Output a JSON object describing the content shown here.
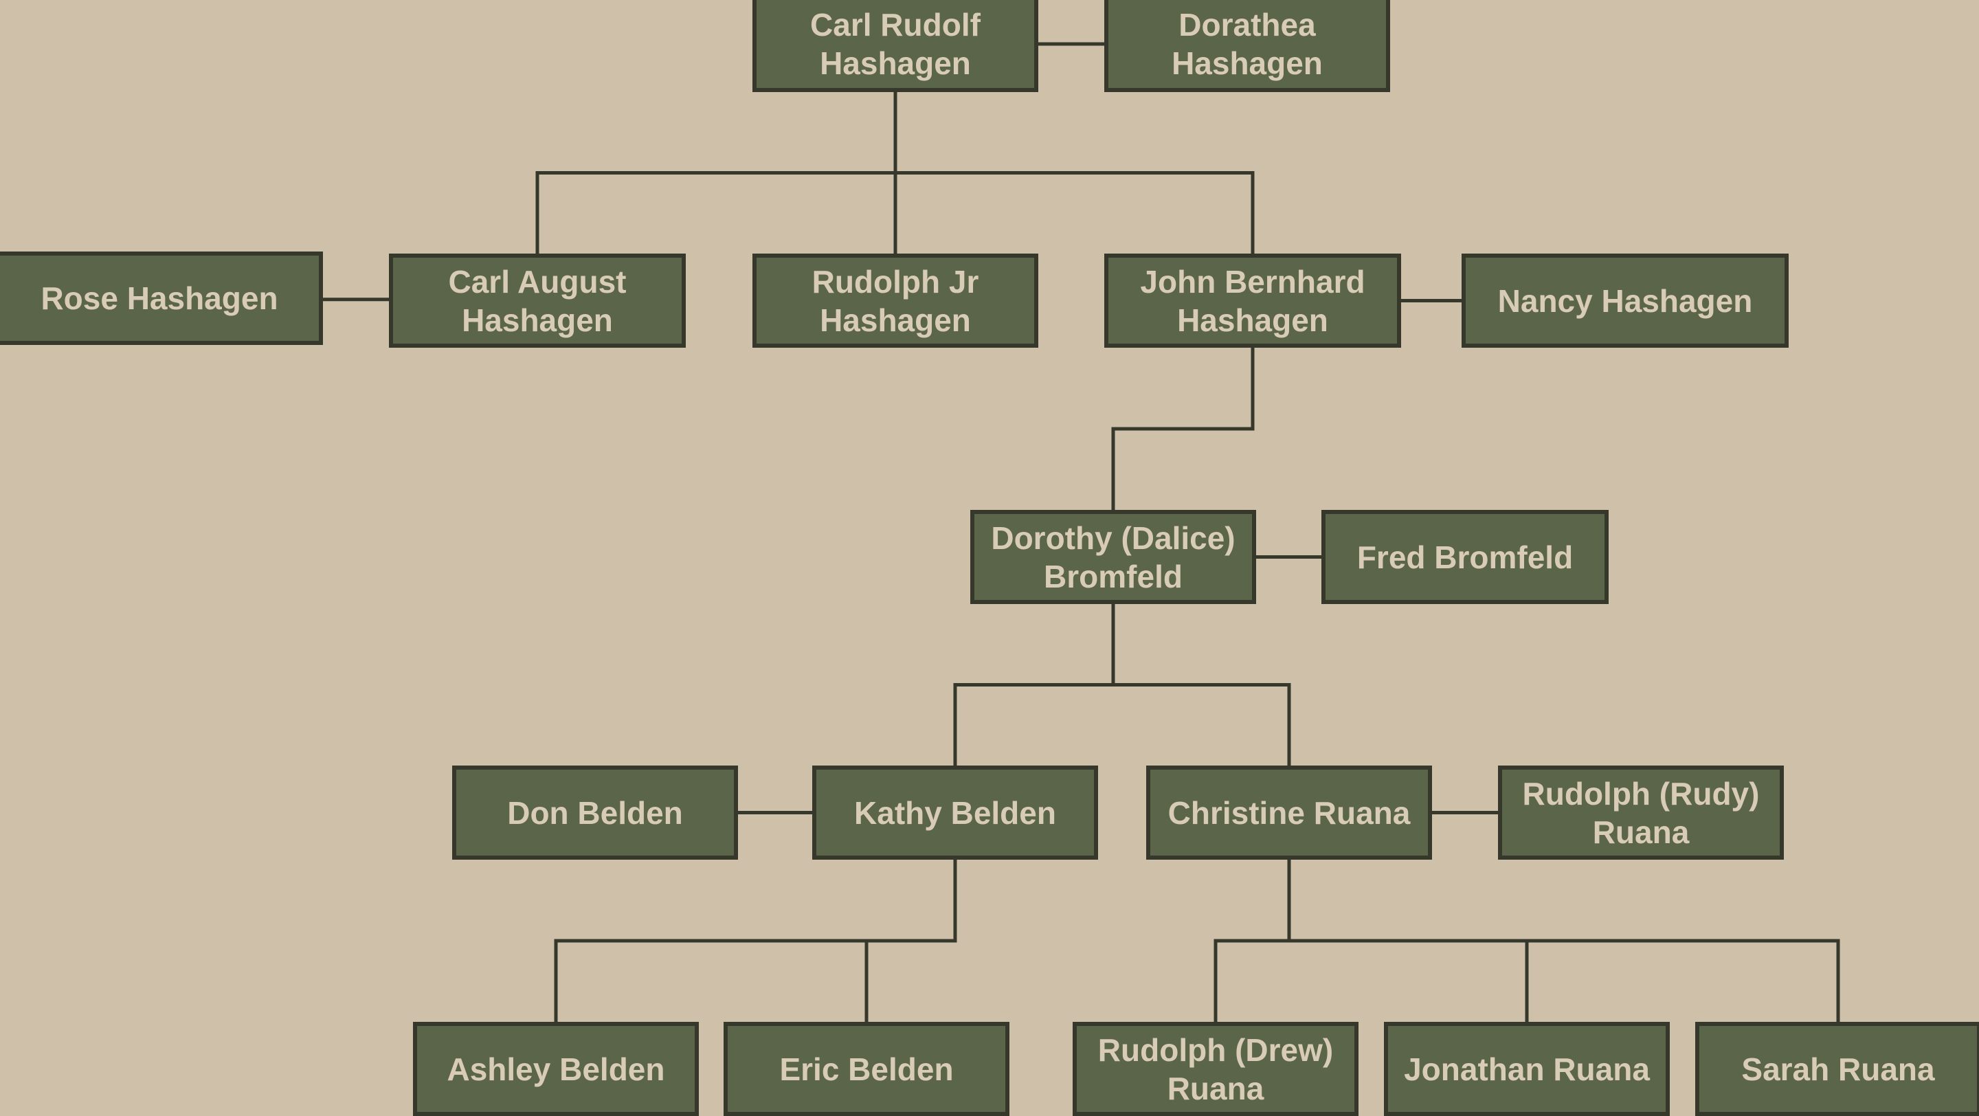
{
  "diagram": {
    "type": "family-tree",
    "colors": {
      "background": "#cfc0aa",
      "box_fill": "#5a6549",
      "box_border": "#35382a",
      "text": "#d9ccb7",
      "line": "#35382a"
    },
    "people": {
      "carl_rudolf": "Carl Rudolf Hashagen",
      "dorathea": "Dorathea Hashagen",
      "rose": "Rose Hashagen",
      "carl_august": "Carl August Hashagen",
      "rudolph_jr": "Rudolph Jr Hashagen",
      "john_bernhard": "John Bernhard Hashagen",
      "nancy": "Nancy Hashagen",
      "dorothy": "Dorothy (Dalice) Bromfeld",
      "fred": "Fred Bromfeld",
      "don": "Don Belden",
      "kathy": "Kathy Belden",
      "christine": "Christine Ruana",
      "rudy": "Rudolph (Rudy) Ruana",
      "ashley": "Ashley Belden",
      "eric": "Eric Belden",
      "drew": "Rudolph (Drew) Ruana",
      "jonathan": "Jonathan Ruana",
      "sarah": "Sarah Ruana"
    },
    "spouses": [
      [
        "carl_rudolf",
        "dorathea"
      ],
      [
        "carl_august",
        "rose"
      ],
      [
        "john_bernhard",
        "nancy"
      ],
      [
        "dorothy",
        "fred"
      ],
      [
        "kathy",
        "don"
      ],
      [
        "christine",
        "rudy"
      ]
    ],
    "children": [
      {
        "parent": "carl_rudolf",
        "kids": [
          "carl_august",
          "rudolph_jr",
          "john_bernhard"
        ]
      },
      {
        "parent": "john_bernhard",
        "kids": [
          "dorothy"
        ]
      },
      {
        "parent": "dorothy",
        "kids": [
          "kathy",
          "christine"
        ]
      },
      {
        "parent": "kathy",
        "kids": [
          "ashley",
          "eric"
        ]
      },
      {
        "parent": "christine",
        "kids": [
          "drew",
          "jonathan",
          "sarah"
        ]
      }
    ]
  }
}
